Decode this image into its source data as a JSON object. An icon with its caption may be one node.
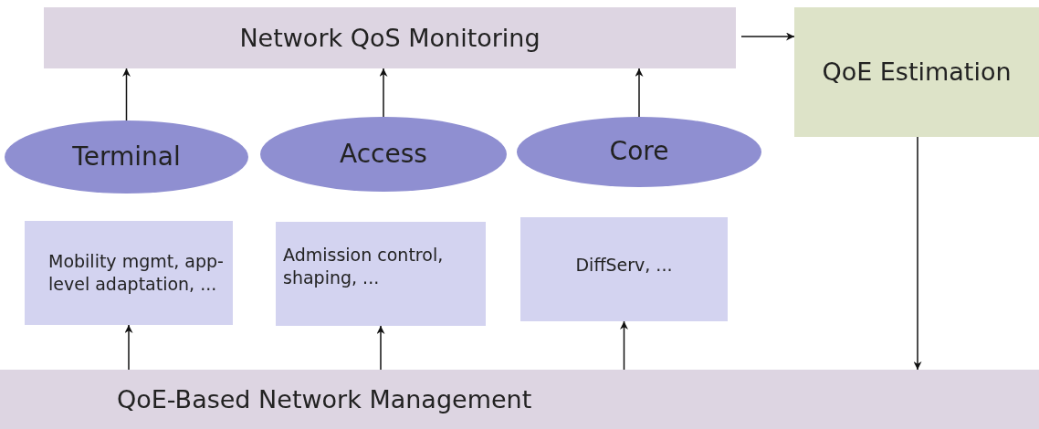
{
  "diagram": {
    "nodes": [
      {
        "text": [
          "Network QoS Monitoring"
        ]
      },
      {
        "text": [
          "QoE Estimation"
        ]
      },
      {
        "text": [
          "Terminal"
        ]
      },
      {
        "text": [
          "Access"
        ]
      },
      {
        "text": [
          "Core"
        ]
      },
      {
        "text": [
          "Mobility mgmt, app-level adaptation, ..."
        ]
      },
      {
        "text": [
          "Admission control, shaping, ..."
        ]
      },
      {
        "text": [
          "DiffServ, ..."
        ]
      },
      {
        "text": [
          "QoE-Based Network Management"
        ]
      }
    ],
    "edges": [
      {
        "from": 2,
        "to": 0,
        "arrow": "to"
      },
      {
        "from": 3,
        "to": 0,
        "arrow": "to"
      },
      {
        "from": 4,
        "to": 0,
        "arrow": "to"
      },
      {
        "from": 0,
        "to": 1,
        "arrow": "to"
      },
      {
        "from": 1,
        "to": 8,
        "arrow": "to"
      },
      {
        "from": 8,
        "to": 5,
        "arrow": "to"
      },
      {
        "from": 8,
        "to": 6,
        "arrow": "to"
      },
      {
        "from": 8,
        "to": 7,
        "arrow": "to"
      }
    ]
  }
}
